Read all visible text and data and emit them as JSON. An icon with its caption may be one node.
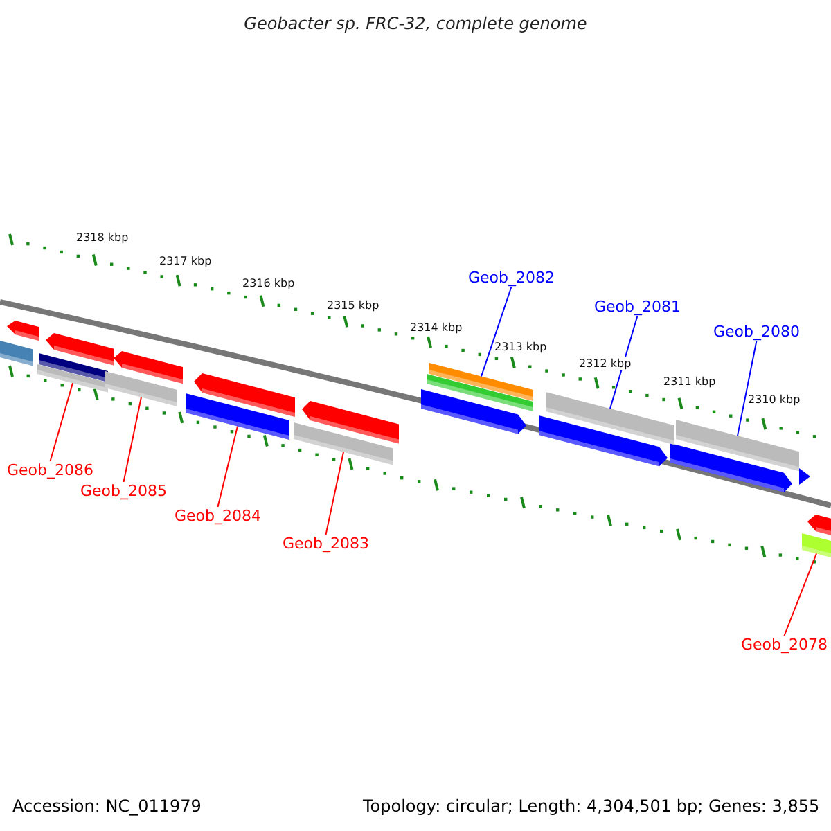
{
  "diagram": {
    "title": "Geobacter sp. FRC-32, complete genome",
    "nodes": [
      {
        "text": [
          "Geob_2082"
        ]
      },
      {
        "text": [],
        "shape": "bar"
      },
      {
        "text": [
          "Geob_2081"
        ]
      },
      {
        "text": [],
        "shape": "bar"
      },
      {
        "text": [
          "Geob_2080"
        ]
      },
      {
        "text": [],
        "shape": "bar"
      },
      {
        "text": [
          "Geob_2086"
        ]
      },
      {
        "text": [],
        "shape": "bar"
      },
      {
        "text": [
          "Geob_2085"
        ]
      },
      {
        "text": [],
        "shape": "bar"
      },
      {
        "text": [
          "Geob_2084"
        ]
      },
      {
        "text": [],
        "shape": "bar"
      },
      {
        "text": [
          "Geob_2083"
        ]
      },
      {
        "text": [],
        "shape": "bar"
      },
      {
        "text": [
          "Geob_2078"
        ]
      },
      {
        "text": [],
        "shape": "bar"
      }
    ],
    "edges": [
      {
        "from": 0,
        "to": 1,
        "arrow": "none",
        "color": "#0000ff"
      },
      {
        "from": 2,
        "to": 3,
        "arrow": "none",
        "color": "#0000ff"
      },
      {
        "from": 4,
        "to": 5,
        "arrow": "none",
        "color": "#0000ff"
      },
      {
        "from": 6,
        "to": 7,
        "arrow": "none"
      },
      {
        "from": 8,
        "to": 9,
        "arrow": "none"
      },
      {
        "from": 10,
        "to": 11,
        "arrow": "none"
      },
      {
        "from": 12,
        "to": 13,
        "arrow": "none"
      },
      {
        "from": 14,
        "to": 15,
        "arrow": "none"
      }
    ],
    "labels": [
      "2318 kbp",
      "2317 kbp",
      "2316 kbp",
      "2315 kbp",
      "2314 kbp",
      "2313 kbp",
      "2312 kbp",
      "2311 kbp",
      "2310 kbp",
      "Accession: NC_011979",
      "Topology: circular; Length: 4,304,501 bp; Genes: 3,855"
    ]
  }
}
